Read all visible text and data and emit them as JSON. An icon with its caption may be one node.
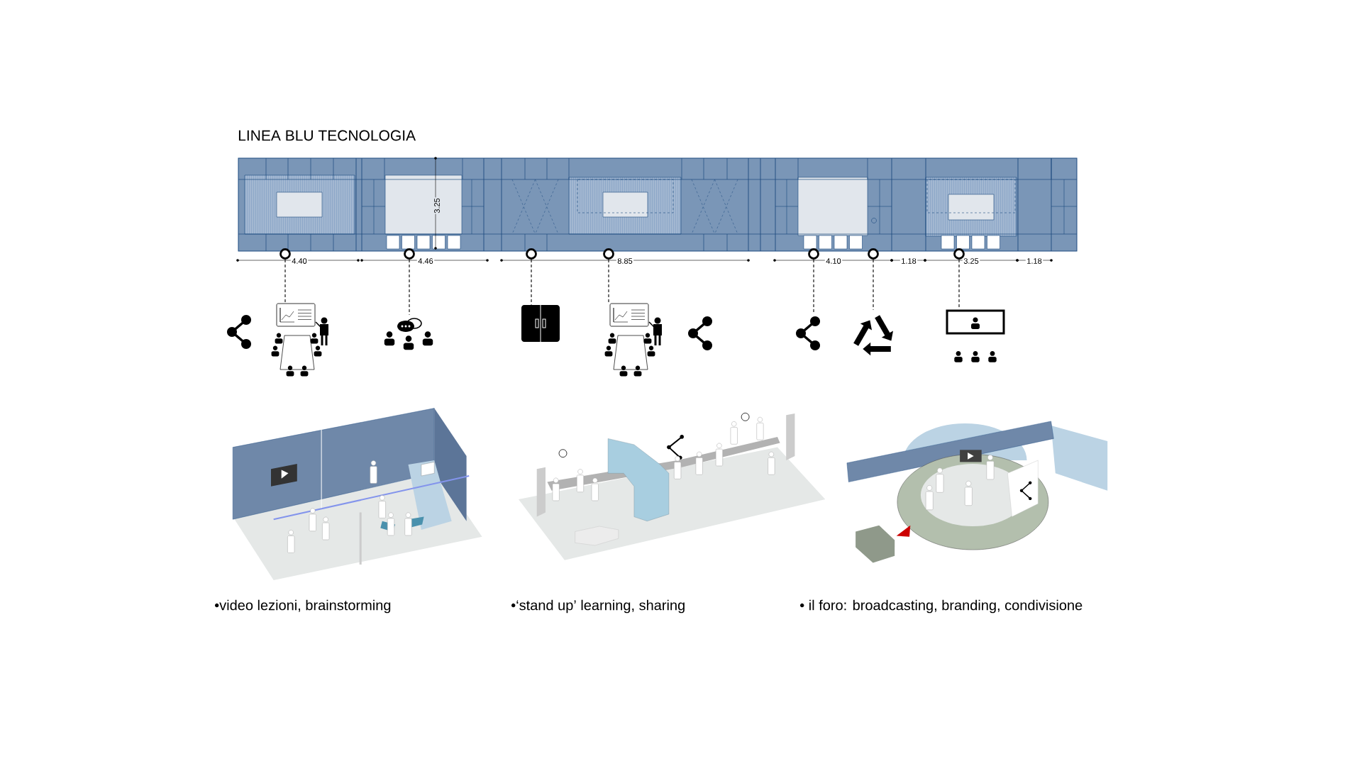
{
  "diagram": {
    "title": "LINEA BLU TECNOLOGIA",
    "nodes": [
      {
        "text": [],
        "shape": "circle"
      },
      {
        "text": [],
        "shape": "circle"
      },
      {
        "text": [],
        "shape": "circle"
      },
      {
        "text": [],
        "shape": "circle"
      },
      {
        "text": [],
        "shape": "circle"
      },
      {
        "text": [],
        "shape": "circle"
      },
      {
        "text": [],
        "shape": "circle"
      },
      {
        "text": [],
        "shape": "picture"
      },
      {
        "text": [],
        "shape": "picture"
      },
      {
        "text": [],
        "shape": "picture"
      },
      {
        "text": [],
        "shape": "picture"
      },
      {
        "text": [],
        "shape": "picture"
      },
      {
        "text": [],
        "shape": "picture"
      },
      {
        "text": [],
        "shape": "picture"
      },
      {
        "text": [],
        "shape": "picture"
      },
      {
        "text": [],
        "shape": "picture"
      }
    ],
    "edges": [
      {
        "from": 0,
        "to": 8,
        "arrow": "none",
        "style": "dashed"
      },
      {
        "from": 1,
        "to": 9,
        "arrow": "none",
        "style": "dashed"
      },
      {
        "from": 2,
        "to": 10,
        "arrow": "none",
        "style": "dashed"
      },
      {
        "from": 3,
        "to": 11,
        "arrow": "none",
        "style": "dashed"
      },
      {
        "from": 4,
        "to": 13,
        "arrow": "none",
        "style": "dashed"
      },
      {
        "from": 5,
        "to": 14,
        "arrow": "none",
        "style": "dashed"
      },
      {
        "from": 6,
        "to": 15,
        "arrow": "none",
        "style": "dashed"
      }
    ],
    "labels": [
      "3.25",
      "4.40",
      "4.46",
      "8.85",
      "4.10",
      "1.18",
      "3.25",
      "1.18",
      "•video lezioni, brainstorming",
      "•‘stand up’ learning, sharing",
      "• il foro: broadcasting, branding, condivisione"
    ]
  }
}
